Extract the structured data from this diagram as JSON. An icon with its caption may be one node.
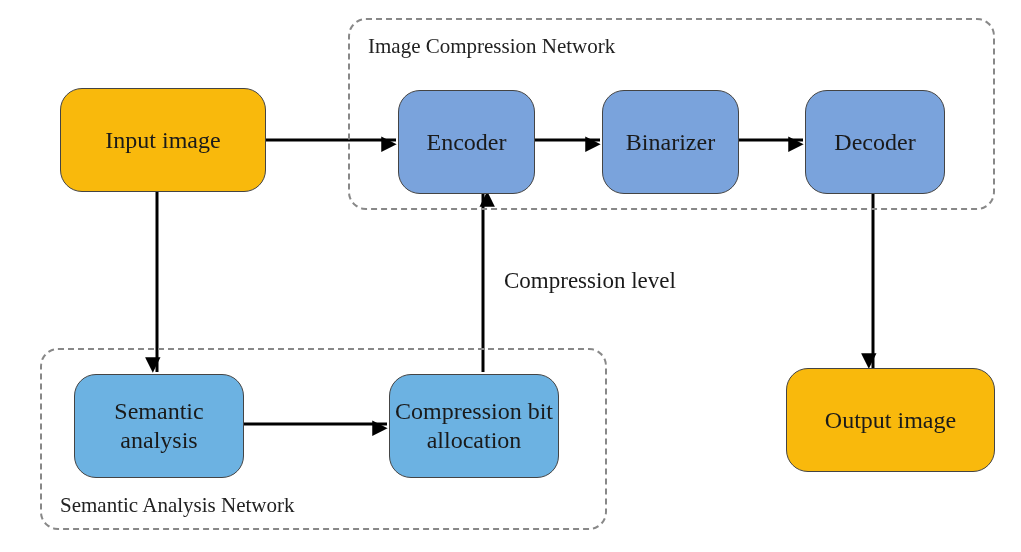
{
  "diagram": {
    "nodes": [
      {
        "text": [
          "Input image"
        ]
      },
      {
        "text": [
          "Image Compression Network"
        ]
      },
      {
        "text": [
          "Encoder"
        ],
        "in": 1
      },
      {
        "text": [
          "Binarizer"
        ],
        "in": 1
      },
      {
        "text": [
          "Decoder"
        ],
        "in": 1
      },
      {
        "text": [
          "Semantic Analysis Network"
        ]
      },
      {
        "text": [
          "Semantic analysis"
        ],
        "in": 5
      },
      {
        "text": [
          "Compression bit allocation"
        ],
        "in": 5
      },
      {
        "text": [
          "Output image"
        ]
      }
    ],
    "edges": [
      {
        "from": 0,
        "to": 2,
        "arrow": "to"
      },
      {
        "from": 2,
        "to": 3,
        "arrow": "to"
      },
      {
        "from": 3,
        "to": 4,
        "arrow": "to"
      },
      {
        "from": 4,
        "to": 8,
        "arrow": "to"
      },
      {
        "from": 0,
        "to": 6,
        "arrow": "to"
      },
      {
        "from": 6,
        "to": 7,
        "arrow": "to"
      },
      {
        "from": 7,
        "to": 2,
        "arrow": "to",
        "label": "Compression level"
      }
    ]
  }
}
